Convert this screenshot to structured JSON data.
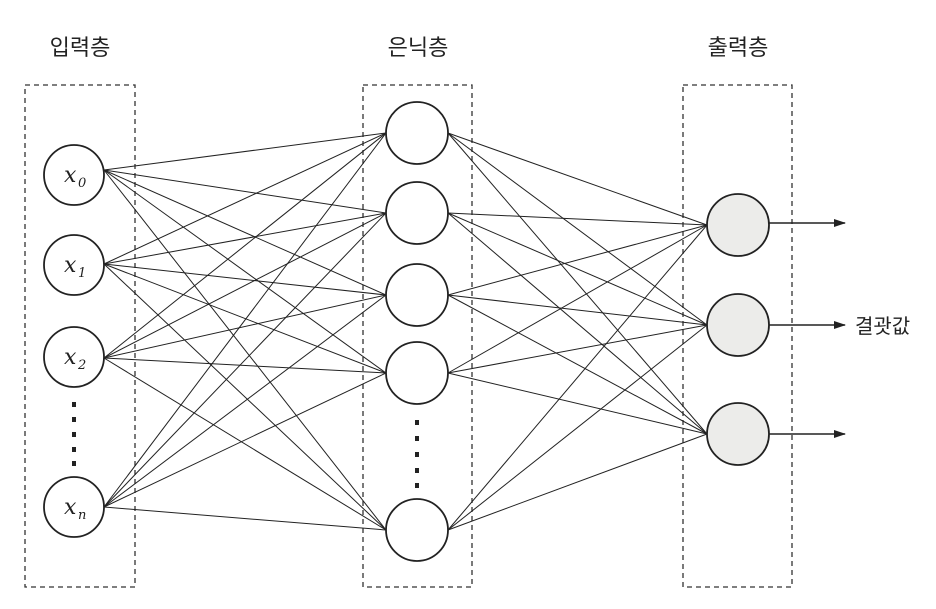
{
  "layers": {
    "input": {
      "title": "입력층"
    },
    "hidden": {
      "title": "은닉층"
    },
    "output": {
      "title": "출력층"
    }
  },
  "input_nodes": [
    {
      "base": "x",
      "sub": "0"
    },
    {
      "base": "x",
      "sub": "1"
    },
    {
      "base": "x",
      "sub": "2"
    },
    {
      "base": "x",
      "sub": "n"
    }
  ],
  "result_label": "결괏값",
  "colors": {
    "line": "#222222",
    "output_fill": "#ececea"
  }
}
